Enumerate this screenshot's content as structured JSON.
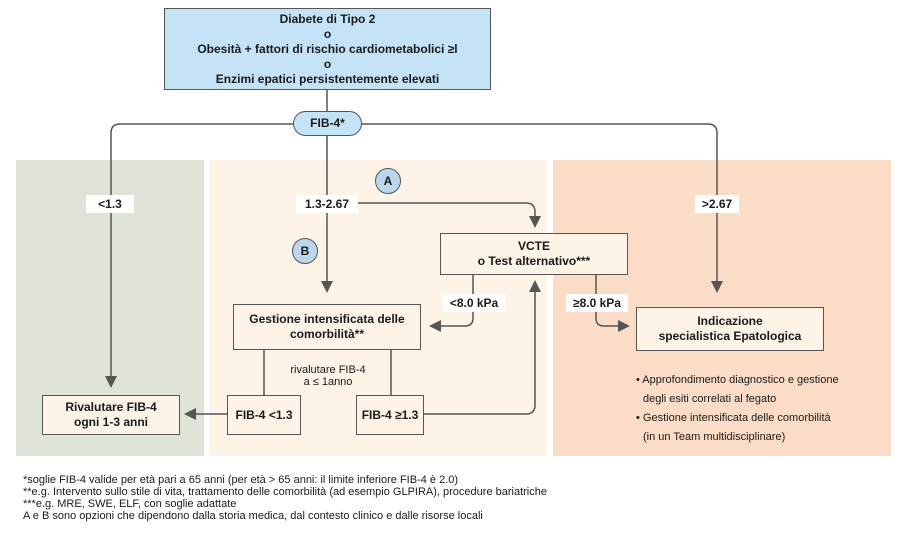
{
  "colors": {
    "top_box": "#c5e3f6",
    "panel_green": "#dde3d6",
    "panel_cream": "#fdf3e6",
    "panel_peach": "#fadcc7",
    "box_fill": "#fdf3e6",
    "circle": "#bcd7ec",
    "line": "#555555"
  },
  "top_box": {
    "line1": "Diabete di Tipo 2",
    "or1": "o",
    "line2": "Obesità + fattori di rischio cardiometabolici ≥l",
    "or2": "o",
    "line3": "Enzimi epatici persistentemente elevati"
  },
  "fib4_label": "FIB-4*",
  "branches": {
    "low": "<1.3",
    "mid": "1.3-2.67",
    "high": ">2.67"
  },
  "option_a": "A",
  "option_b": "B",
  "vcte_box": {
    "line1": "VCTE",
    "line2": "o Test alternativo***"
  },
  "vcte_low": "<8.0 kPa",
  "vcte_high": "≥8.0 kPa",
  "gestione_box": {
    "line1": "Gestione intensificata delle",
    "line2": "comorbilità**"
  },
  "rivalutare_note": {
    "line1": "rivalutare FIB-4",
    "line2": "a ≤ 1anno"
  },
  "fib4_lt_box": "FIB-4 <1.3",
  "fib4_ge_box": "FIB-4 ≥1.3",
  "rivalutare_box": {
    "line1": "Rivalutare FIB-4",
    "line2": "ogni 1-3 anni"
  },
  "specialist_box": {
    "line1": "Indicazione",
    "line2": "specialistica Epatologica"
  },
  "specialist_bullets": [
    {
      "line1": "• Approfondimento diagnostico e gestione",
      "line2": "degli esiti correlati al fegato"
    },
    {
      "line1": "• Gestione intensificata delle comorbilità",
      "line2": "(in un Team multidisciplinare)"
    }
  ],
  "footnotes": [
    "*soglie FIB-4 valide per età pari a 65 anni (per età > 65 anni: il limite inferiore FIB-4 è 2.0)",
    "**e.g. Intervento sullo stile di vita, trattamento delle comorbilità (ad esempio GLPIRA), procedure bariatriche",
    "***e.g. MRE, SWE, ELF, con soglie adattate",
    "A e B sono opzioni che dipendono dalla storia medica, dal contesto clinico e dalle risorse locali"
  ]
}
